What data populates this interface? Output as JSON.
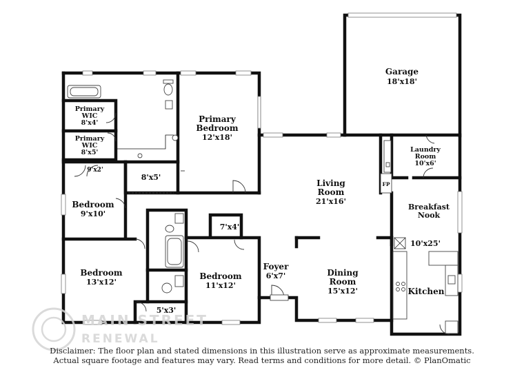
{
  "rooms": {
    "garage": {
      "name": "Garage",
      "dims": "18'x18'"
    },
    "primary_bedroom": {
      "name_line1": "Primary",
      "name_line2": "Bedroom",
      "dims": "12'x18'"
    },
    "primary_wic_a": {
      "name_line1": "Primary",
      "name_line2": "WIC",
      "dims": "8'x4'"
    },
    "primary_wic_b": {
      "name_line1": "Primary",
      "name_line2": "WIC",
      "dims": "8'x5'"
    },
    "closet_9x2": {
      "dims": "9'x2'"
    },
    "closet_8x5": {
      "dims": "8'x5'"
    },
    "bedroom_9x10": {
      "name": "Bedroom",
      "dims": "9'x10'"
    },
    "bedroom_13x12": {
      "name": "Bedroom",
      "dims": "13'x12'"
    },
    "bedroom_11x12": {
      "name": "Bedroom",
      "dims": "11'x12'"
    },
    "closet_7x4": {
      "dims": "7'x4'"
    },
    "closet_5x3": {
      "dims": "5'x3'"
    },
    "living_room": {
      "name": "Living",
      "name_line2": "Room",
      "dims": "21'x16'"
    },
    "laundry_room": {
      "name_line1": "Laundry",
      "name_line2": "Room",
      "dims": "10'x6'"
    },
    "fireplace": {
      "label": "FP"
    },
    "breakfast_nook": {
      "name_line1": "Breakfast",
      "name_line2": "Nook",
      "dims": "10'x25'"
    },
    "foyer": {
      "name": "Foyer",
      "dims": "6'x7'"
    },
    "dining_room": {
      "name_line1": "Dining",
      "name_line2": "Room",
      "dims": "15'x12'"
    },
    "kitchen": {
      "name": "Kitchen"
    }
  },
  "watermark": {
    "line1": "MAIN STREET",
    "line2": "RENEWAL"
  },
  "disclaimer": {
    "line1": "Disclaimer: The floor plan and stated dimensions in this illustration serve as approximate measurements.",
    "line2": "Actual square footage and features may vary. Read terms and conditions for more detail. © PlanOmatic"
  }
}
